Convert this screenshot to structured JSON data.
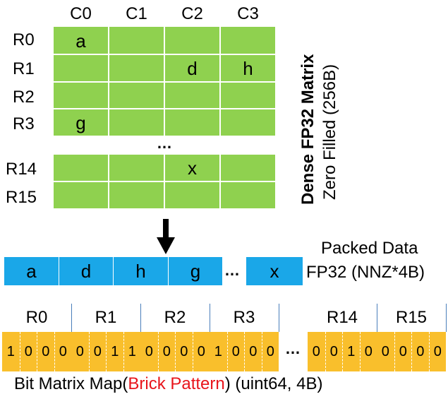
{
  "matrix": {
    "columns": [
      "C0",
      "C1",
      "C2",
      "C3"
    ],
    "rows": [
      "R0",
      "R1",
      "R2",
      "R3",
      "R14",
      "R15"
    ],
    "values": [
      [
        "a",
        "",
        "",
        ""
      ],
      [
        "",
        "",
        "d",
        "h"
      ],
      [
        "",
        "",
        "",
        ""
      ],
      [
        "g",
        "",
        "",
        ""
      ],
      [
        "",
        "",
        "x",
        ""
      ],
      [
        "",
        "",
        "",
        ""
      ]
    ],
    "gap_ellipsis": "…",
    "color": "#8fd14f"
  },
  "side_label": {
    "line1": "Dense FP32 Matrix",
    "line2": "Zero Filled (256B)"
  },
  "arrow": {
    "icon": "down-arrow-icon"
  },
  "packed": {
    "values": [
      "a",
      "d",
      "h",
      "g"
    ],
    "ellipsis": "…",
    "last": "x",
    "label_line1": "Packed Data",
    "label_line2": "FP32 (NNZ*4B)",
    "color": "#1aa7e8"
  },
  "bitmap": {
    "groups_left": [
      {
        "label": "R0",
        "bits": [
          "1",
          "0",
          "0",
          "0"
        ]
      },
      {
        "label": "R1",
        "bits": [
          "0",
          "0",
          "1",
          "1"
        ]
      },
      {
        "label": "R2",
        "bits": [
          "0",
          "0",
          "0",
          "0"
        ]
      },
      {
        "label": "R3",
        "bits": [
          "1",
          "0",
          "0",
          "0"
        ]
      }
    ],
    "ellipsis": "…",
    "groups_right": [
      {
        "label": "R14",
        "bits": [
          "0",
          "0",
          "1",
          "0"
        ]
      },
      {
        "label": "R15",
        "bits": [
          "0",
          "0",
          "0",
          "0"
        ]
      }
    ],
    "color": "#f9bf2c",
    "caption_prefix": "Bit Matrix Map(",
    "caption_highlight": "Brick Pattern",
    "caption_suffix": ") (uint64, 4B)",
    "highlight_color": "#e8141b"
  }
}
